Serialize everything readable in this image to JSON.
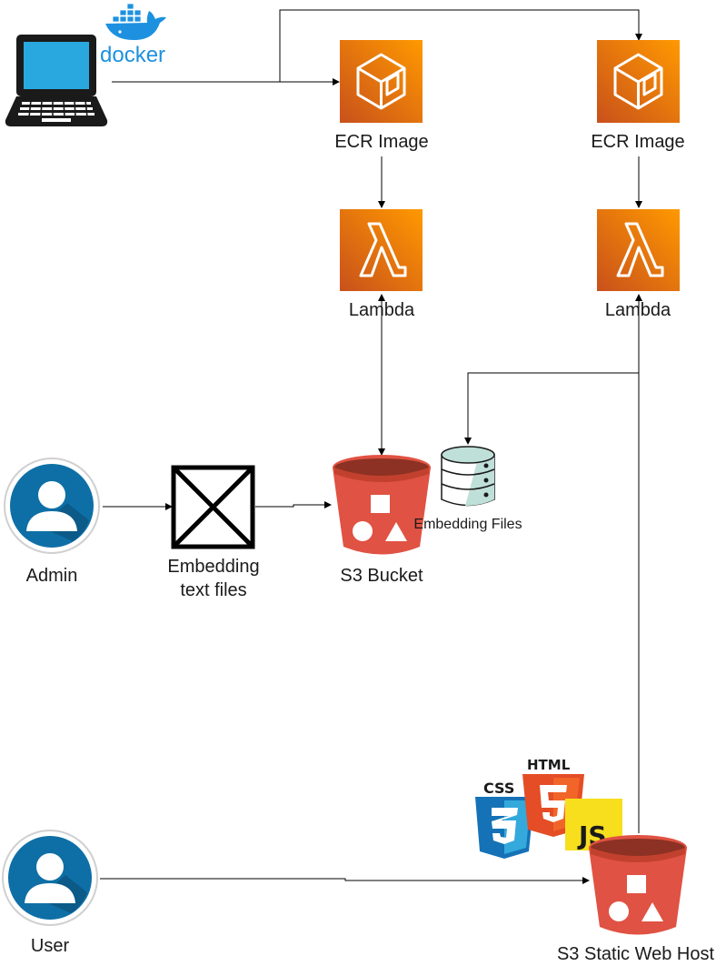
{
  "nodes": {
    "laptop": {
      "icon": "laptop-icon",
      "badge_text": "docker",
      "badge_icon": "docker-whale-icon",
      "badge_color": "#1D91E0"
    },
    "ecr_left": {
      "label": "ECR Image",
      "icon": "ecr-icon",
      "color": "#E8720C"
    },
    "ecr_right": {
      "label": "ECR Image",
      "icon": "ecr-icon",
      "color": "#E8720C"
    },
    "lambda_left": {
      "label": "Lambda",
      "icon": "lambda-icon",
      "color": "#E8720C"
    },
    "lambda_right": {
      "label": "Lambda",
      "icon": "lambda-icon",
      "color": "#E8720C"
    },
    "admin": {
      "label": "Admin",
      "icon": "user-avatar-icon",
      "color": "#0E6FA6"
    },
    "embedding_text": {
      "label_line1": "Embedding",
      "label_line2": "text files",
      "icon": "placeholder-x-box-icon"
    },
    "s3_bucket": {
      "label": "S3 Bucket",
      "icon": "s3-bucket-icon",
      "color": "#E05243"
    },
    "embedding_files": {
      "label": "Embedding Files",
      "icon": "database-icon"
    },
    "user": {
      "label": "User",
      "icon": "user-avatar-icon",
      "color": "#0E6FA6"
    },
    "web_tech": {
      "css_text": "CSS",
      "html_text": "HTML",
      "js_text": "JS",
      "icon": "web-tech-icon"
    },
    "s3_static": {
      "label": "S3 Static Web Host",
      "icon": "s3-bucket-icon",
      "color": "#E05243"
    }
  }
}
